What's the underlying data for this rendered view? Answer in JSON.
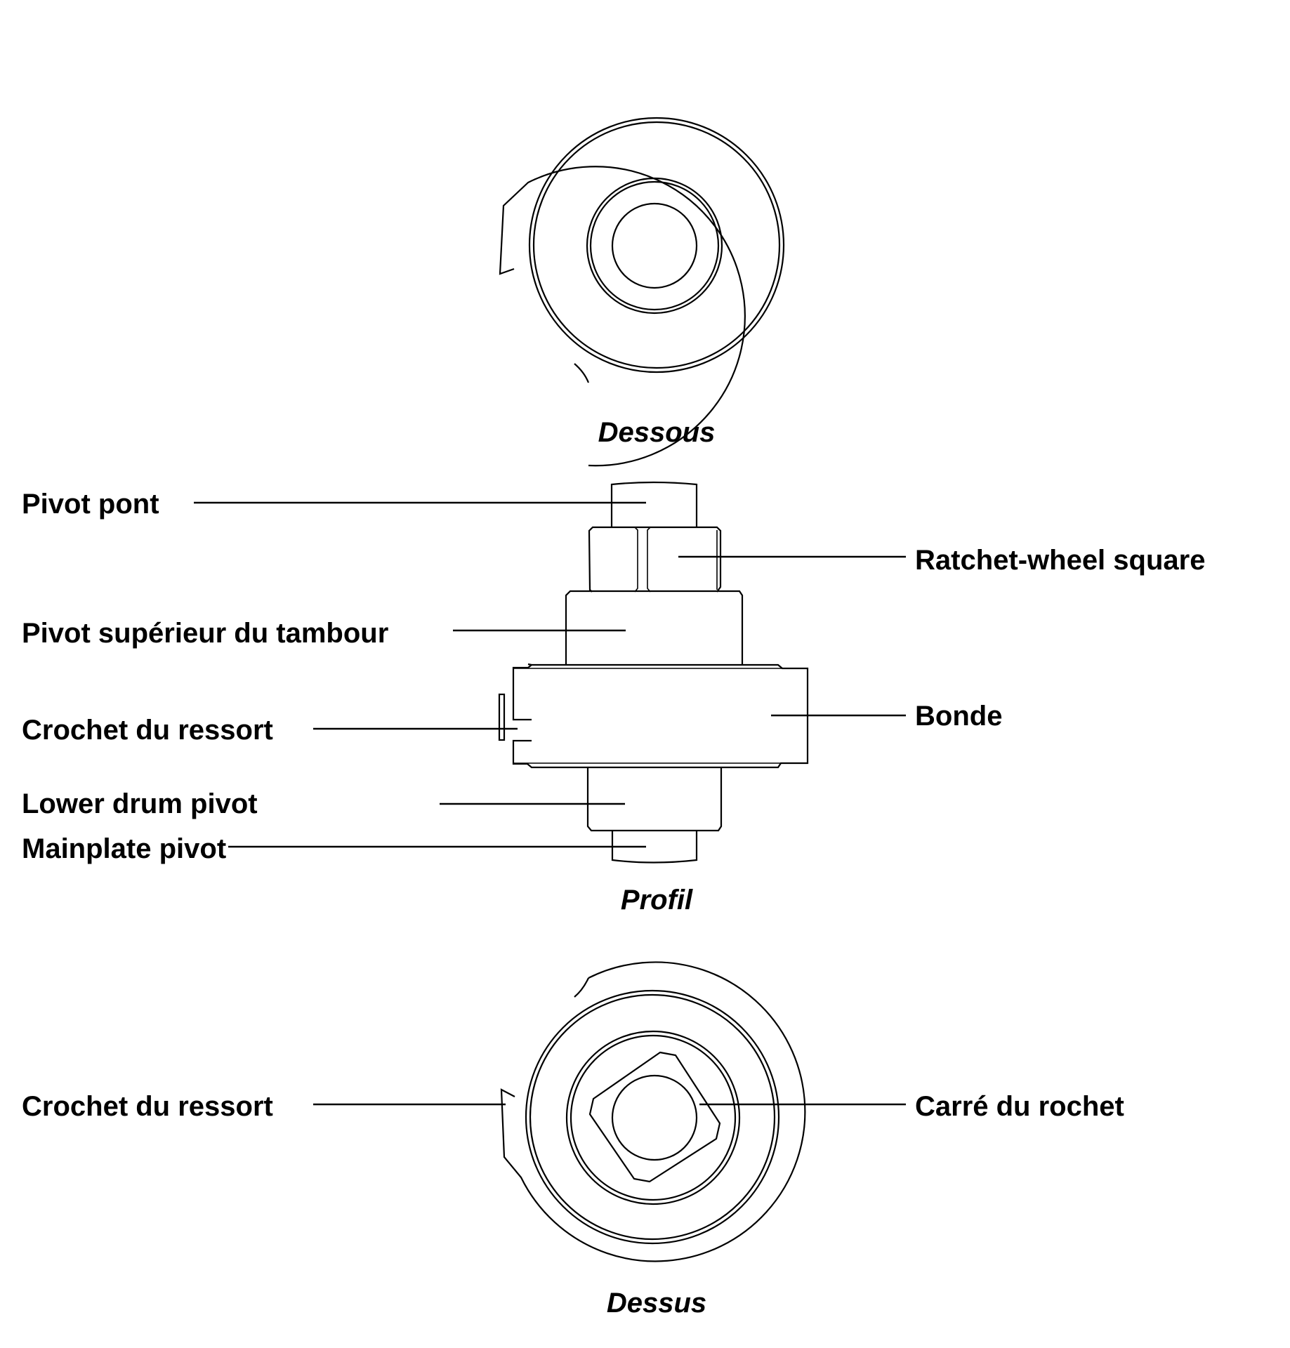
{
  "figure": {
    "views": [
      {
        "id": "bottom",
        "caption": "Dessous"
      },
      {
        "id": "profile",
        "caption": "Profil"
      },
      {
        "id": "top",
        "caption": "Dessus"
      }
    ],
    "profile_labels": {
      "pivot_pont": "Pivot pont",
      "ratchet_square": "Ratchet-wheel square",
      "upper_drum_pivot": "Pivot supérieur du tambour",
      "spring_hook": "Crochet du ressort",
      "bonde": "Bonde",
      "lower_drum_pivot": "Lower drum pivot",
      "mainplate_pivot": "Mainplate pivot"
    },
    "top_labels": {
      "spring_hook": "Crochet du ressort",
      "ratchet_square": "Carré du rochet"
    },
    "line_color": "#000000",
    "background": "#ffffff"
  }
}
